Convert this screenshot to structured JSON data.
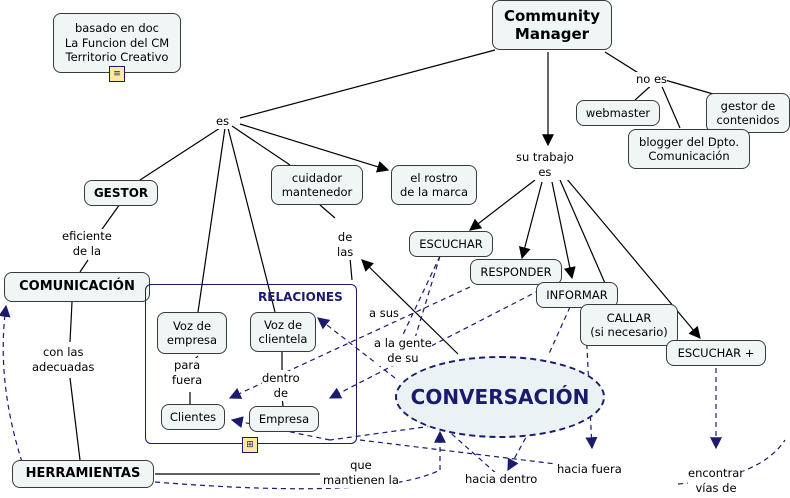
{
  "nodes": {
    "community_manager": "Community\nManager",
    "doc_note": "basado en doc\nLa Funcion del CM\nTerritorio Creativo",
    "webmaster": "webmaster",
    "gestor_contenidos": "gestor de\ncontenidos",
    "blogger": "blogger del Dpto.\nComunicación",
    "gestor": "GESTOR",
    "cuidador": "cuidador\nmantenedor",
    "rostro": "el rostro\nde la marca",
    "comunicacion": "COMUNICACIÓN",
    "herramientas": "HERRAMIENTAS",
    "escuchar": "ESCUCHAR",
    "responder": "RESPONDER",
    "informar": "INFORMAR",
    "callar": "CALLAR\n(si necesario)",
    "escuchar_plus": "ESCUCHAR +",
    "voz_empresa": "Voz de\nempresa",
    "voz_clientela": "Voz de\nclientela",
    "clientes": "Clientes",
    "empresa": "Empresa",
    "conversacion": "CONVERSACIÓN",
    "relaciones": "RELACIONES"
  },
  "labels": {
    "es": "es",
    "no_es": "no es",
    "su_trabajo": "su trabajo\nes",
    "eficiente": "eficiente\nde la",
    "de_las": "de\nlas",
    "con_las": "con las\nadecuadas",
    "para_fuera": "para\nfuera",
    "dentro_de": "dentro\nde",
    "a_sus": "a sus",
    "a_la_gente": "a la gente\nde su",
    "que_mantienen": "que\nmantienen la",
    "hacia_dentro": "hacia dentro",
    "hacia_fuera": "hacia fuera",
    "encontrar": "encontrar\nvías de"
  },
  "colors": {
    "node_fill": "#f0f6f6",
    "navy": "#1a1a6e"
  }
}
